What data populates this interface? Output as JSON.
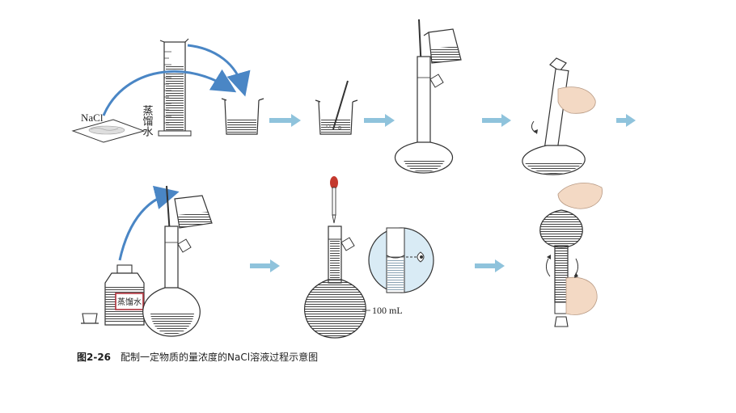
{
  "labels": {
    "nacl": "NaCl",
    "distilled_water_vertical": "蒸馏水",
    "bottle_label": "蒸馏水",
    "volume_mark": "100 mL"
  },
  "caption": {
    "figure_number": "图2-26",
    "text": "配制一定物质的量浓度的NaCl溶液过程示意图"
  },
  "colors": {
    "arrow_blue": "#4a86c5",
    "step_arrow": "#8fc3dc",
    "glass_line": "#333333",
    "liquid_hatch": "#444444",
    "skin": "#f3d9c4",
    "inset_bg": "#d9ebf5",
    "bottle_label_border": "#b0303a",
    "dropper_bulb": "#c4392e"
  }
}
